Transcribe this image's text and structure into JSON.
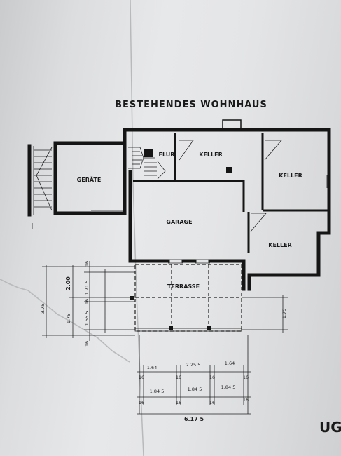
{
  "title": "BESTEHENDES WOHNHAUS",
  "rooms": {
    "geraete": "GERÄTE",
    "flur": "FLUR",
    "keller_1": "KELLER",
    "keller_2": "KELLER",
    "keller_3": "KELLER",
    "garage": "GARAGE",
    "terrasse": "TERRASSE"
  },
  "dimensions": {
    "left_total": "3.75",
    "left_upper": "2.00",
    "left_lower": "1.75",
    "inner_upper": "1.71 5",
    "inner_mid": "16",
    "inner_lower": "1.55 5",
    "inner_top": "16",
    "inner_bottom": "16",
    "right_side": "1.75",
    "row1_a": "1.64",
    "row1_b": "2.25 5",
    "row1_c": "1.64",
    "row1_w1": "16",
    "row1_w2": "16",
    "row1_w3": "16",
    "row1_w4": "16",
    "row2_a": "1.84 5",
    "row2_b": "1.84 5",
    "row2_c": "1.84 5",
    "row2_w1": "16",
    "row2_w2": "16",
    "row2_w3": "16",
    "row2_w4": "16",
    "total_width": "6.17 5"
  },
  "sheet_label": "UG"
}
